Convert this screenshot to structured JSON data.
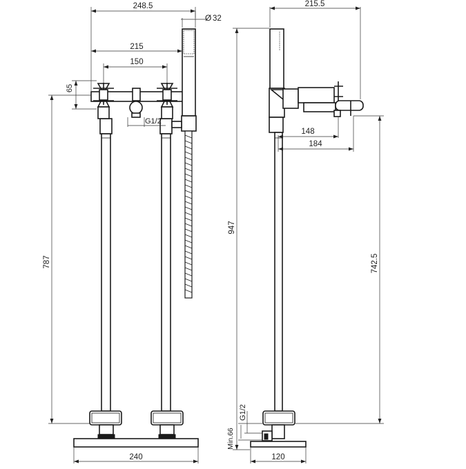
{
  "front_view": {
    "dims": {
      "overall_width": "248.5",
      "hand_shower_diameter": "32",
      "outer_width": "215",
      "center_distance": "150",
      "handle_height": "65",
      "connection": "G1/2",
      "height": "787",
      "base_width": "240"
    }
  },
  "side_view": {
    "dims": {
      "depth": "215.5",
      "total_height": "947",
      "spout_reach_a": "148",
      "spout_reach_b": "184",
      "spout_height": "742.5",
      "inlet_connection": "G1/2",
      "min_clearance": "Min.66",
      "base_depth": "120"
    }
  },
  "diameter_symbol": "Ø"
}
